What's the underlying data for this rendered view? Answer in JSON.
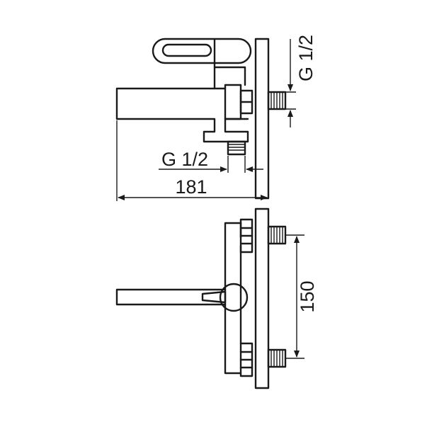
{
  "dimensions": {
    "inlet_thread_top": "G 1/2",
    "outlet_thread": "G 1/2",
    "total_depth": "181",
    "inlet_spacing": "150"
  }
}
